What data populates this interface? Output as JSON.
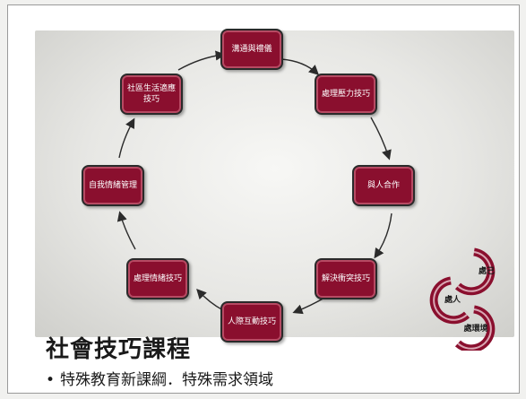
{
  "diagram": {
    "nodes": [
      {
        "label": "溝通與禮儀"
      },
      {
        "label": "處理壓力技巧"
      },
      {
        "label": "與人合作"
      },
      {
        "label": "解決衝突技巧"
      },
      {
        "label": "人際互動技巧"
      },
      {
        "label": "處理情緒技巧"
      },
      {
        "label": "自我情緒管理"
      },
      {
        "label": "社區生活適應技巧"
      }
    ],
    "badge": [
      "處己",
      "處人",
      "處環境"
    ]
  },
  "title": "社會技巧課程",
  "bullet": "特殊教育新課綱．特殊需求領域",
  "colors": {
    "node": "#8a0f2e",
    "badge": "#8a0f2e"
  }
}
